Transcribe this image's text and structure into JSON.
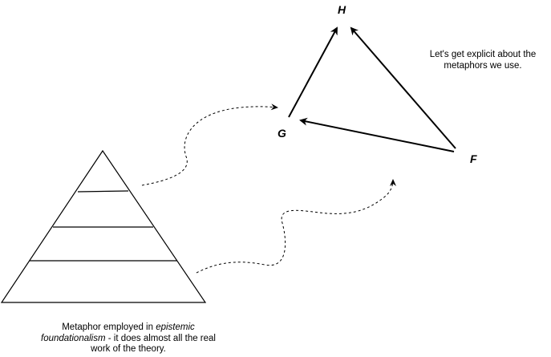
{
  "nodes": {
    "h": "H",
    "g": "G",
    "f": "F"
  },
  "notes": {
    "top": "Let's get explicit about the metaphors we use.",
    "bottom_prefix": "Metaphor employed in ",
    "bottom_emphasis": "epistemic foundationalism",
    "bottom_suffix": " - it does almost all the real work of the theory."
  },
  "colors": {
    "stroke": "#000000",
    "background": "#ffffff"
  }
}
